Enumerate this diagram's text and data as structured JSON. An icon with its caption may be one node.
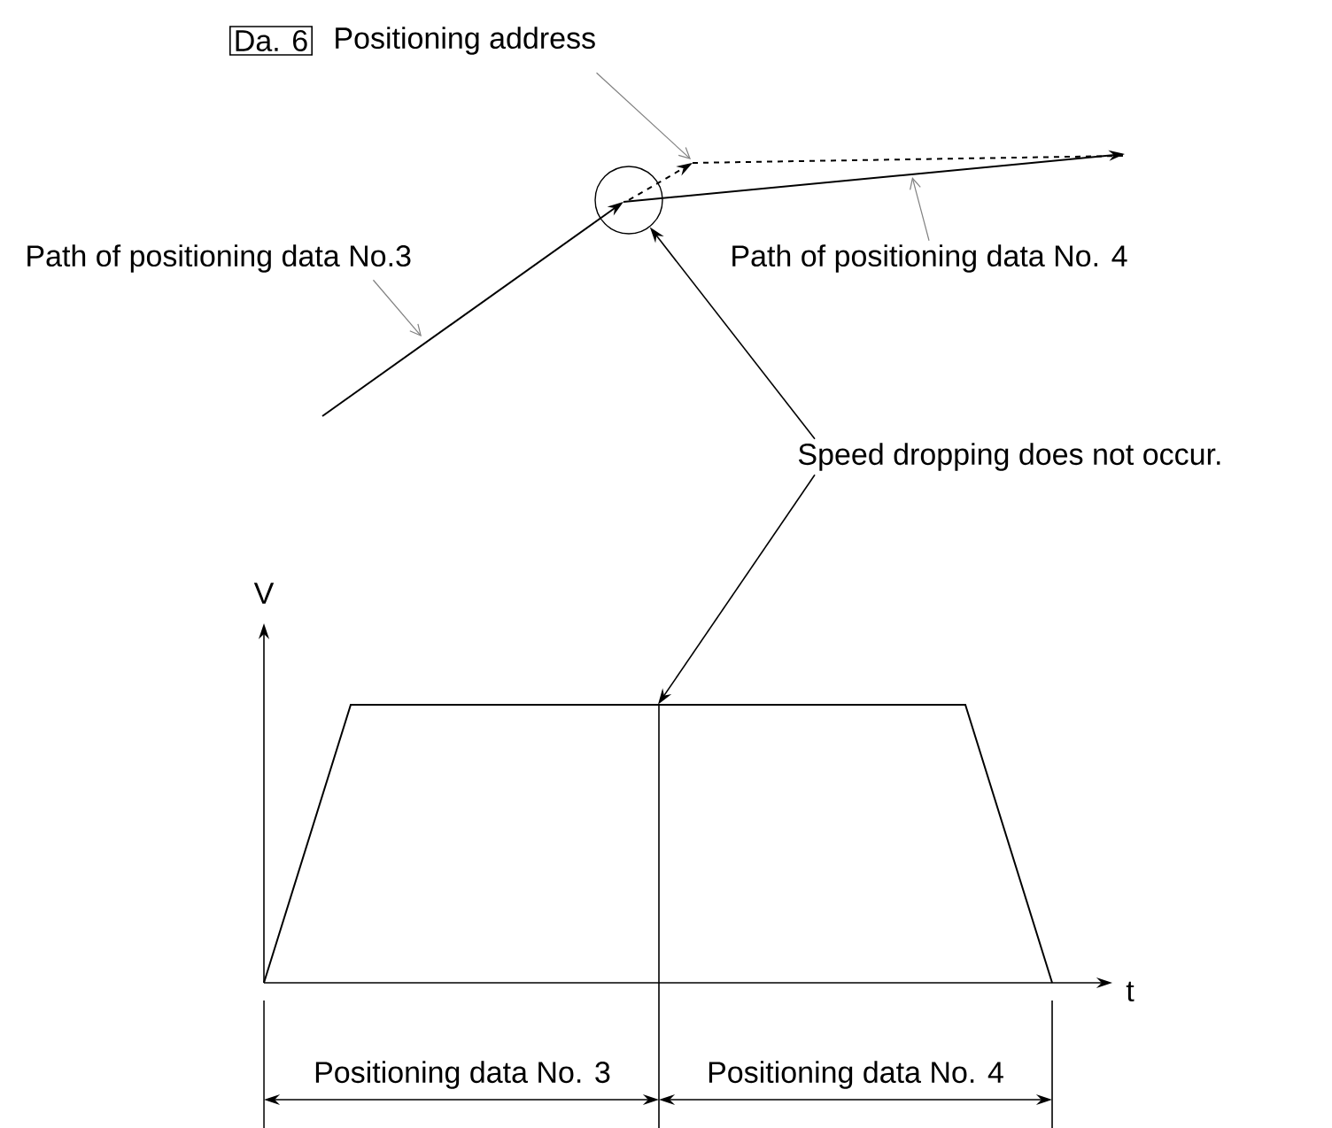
{
  "diagram": {
    "nodes": [
      {
        "text": [
          "Da. 6"
        ]
      },
      {
        "text": [
          "Positioning address"
        ]
      },
      {
        "text": [
          "Path of positioning data No.3"
        ]
      },
      {
        "text": [
          "Path of positioning data No. 4"
        ]
      },
      {
        "text": [
          "Speed dropping does not occur."
        ]
      },
      {
        "text": [],
        "shape": "circle"
      },
      {
        "text": [],
        "shape": "picture"
      }
    ],
    "edges": [
      {
        "from": 1,
        "to": null,
        "arrow": "to"
      },
      {
        "from": 2,
        "to": null,
        "arrow": "to"
      },
      {
        "from": 3,
        "to": null,
        "arrow": "to"
      },
      {
        "from": 4,
        "to": 5,
        "arrow": "to",
        "color": "#000000"
      },
      {
        "from": 4,
        "to": 6,
        "arrow": "to",
        "color": "#000000"
      }
    ],
    "labels": [
      "V",
      "t",
      "Positioning data No. 3",
      "Positioning data No. 4"
    ]
  }
}
